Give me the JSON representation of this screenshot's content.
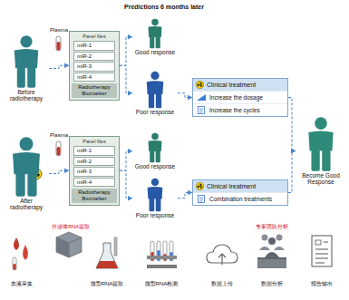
{
  "diagram": {
    "nodes": [
      {
        "text": [
          "Before radiotherapy"
        ]
      },
      {
        "text": [
          "Panel files",
          "Radiotherapy Biomarker"
        ]
      },
      {
        "text": [
          "miR-1"
        ],
        "in": 1
      },
      {
        "text": [
          "miR-2"
        ],
        "in": 1
      },
      {
        "text": [
          "miR-3"
        ],
        "in": 1
      },
      {
        "text": [
          "miR-4"
        ],
        "in": 1
      },
      {
        "text": [
          "Good response"
        ]
      },
      {
        "text": [
          "Poor response"
        ]
      },
      {
        "text": [
          "Clinical treatment"
        ]
      },
      {
        "text": [
          "Increase the dosage"
        ],
        "in": 8
      },
      {
        "text": [
          "Increase the cycles"
        ],
        "in": 8
      },
      {
        "text": [
          "Become Good Response"
        ]
      },
      {
        "text": [
          "After radiotherapy"
        ]
      },
      {
        "text": [
          "Panel files",
          "Radiotherapy Biomarker"
        ]
      },
      {
        "text": [
          "miR-1"
        ],
        "in": 13
      },
      {
        "text": [
          "miR-2"
        ],
        "in": 13
      },
      {
        "text": [
          "miR-3"
        ],
        "in": 13
      },
      {
        "text": [
          "miR-4"
        ],
        "in": 13
      },
      {
        "text": [
          "Good response"
        ]
      },
      {
        "text": [
          "Poor response"
        ]
      },
      {
        "text": [
          "Clinical treatment"
        ]
      },
      {
        "text": [
          "Combination treatments"
        ],
        "in": 20
      }
    ],
    "edges": [
      {
        "from": 0,
        "to": 1,
        "arrow": "to"
      },
      {
        "from": 1,
        "to": 6,
        "arrow": "to"
      },
      {
        "from": 1,
        "to": 7,
        "arrow": "to"
      },
      {
        "from": 7,
        "to": 8,
        "arrow": "to"
      },
      {
        "from": 8,
        "to": 11,
        "arrow": "to"
      },
      {
        "from": 12,
        "to": 13,
        "arrow": "to"
      },
      {
        "from": 13,
        "to": 18,
        "arrow": "to"
      },
      {
        "from": 13,
        "to": 19,
        "arrow": "to"
      },
      {
        "from": 19,
        "to": 20,
        "arrow": "to"
      },
      {
        "from": 20,
        "to": 11,
        "arrow": "to"
      }
    ],
    "labels": [
      "Predictions 6 months later",
      "Plasma",
      "Plasma",
      "外泌体RNA提取",
      "专家团队分析",
      "血液采集",
      "微型RNA提取",
      "微型RNA检测",
      "数据上传",
      "数据分析",
      "报告输出"
    ]
  }
}
